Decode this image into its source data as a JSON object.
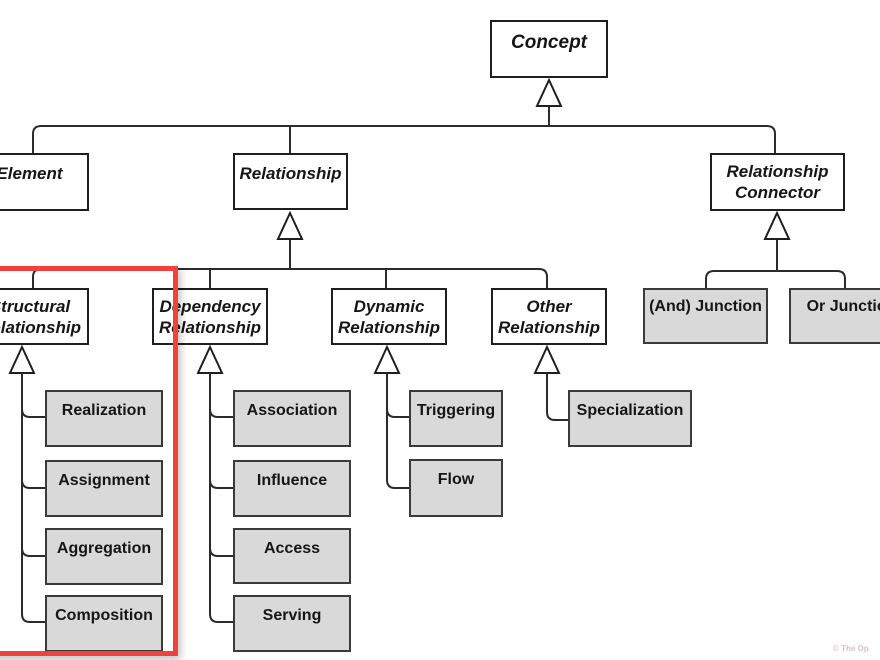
{
  "diagram_name": "relationship-metamodel-hierarchy",
  "colors": {
    "leaf_fill": "#d9d9d9",
    "box_border": "#1f1f1f",
    "leaf_border": "#3a3a3a",
    "connector": "#2b2b2b",
    "highlight_red": "#ee423d",
    "watermark_gray": "#d4c4c4"
  },
  "nodes": {
    "concept": {
      "label": "Concept"
    },
    "element": {
      "label": "Element"
    },
    "relationship": {
      "label": "Relationship"
    },
    "relationship_connector": {
      "label": "Relationship\nConnector"
    },
    "structural": {
      "label": "Structural\nRelationship"
    },
    "dependency": {
      "label": "Dependency\nRelationship"
    },
    "dynamic": {
      "label": "Dynamic\nRelationship"
    },
    "other": {
      "label": "Other\nRelationship"
    },
    "and_junction": {
      "label": "(And) Junction"
    },
    "or_junction": {
      "label": "Or Junction"
    },
    "realization": {
      "label": "Realization"
    },
    "assignment": {
      "label": "Assignment"
    },
    "aggregation": {
      "label": "Aggregation"
    },
    "composition": {
      "label": "Composition"
    },
    "association": {
      "label": "Association"
    },
    "influence": {
      "label": "Influence"
    },
    "access": {
      "label": "Access"
    },
    "serving": {
      "label": "Serving"
    },
    "triggering": {
      "label": "Triggering"
    },
    "flow": {
      "label": "Flow"
    },
    "specialization": {
      "label": "Specialization"
    }
  },
  "watermark": "© The Op"
}
